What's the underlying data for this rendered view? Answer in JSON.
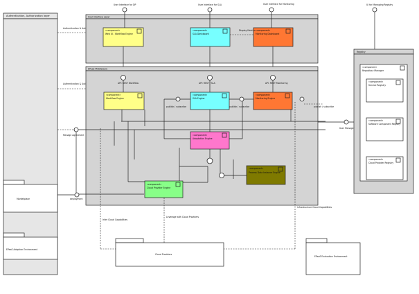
{
  "auth_layer": {
    "title": "Authentication, Authorization layer",
    "label1": "Authentication & Authorization",
    "label2": "Authentication & Authorization"
  },
  "ui_layer": {
    "title": "User Interface Layer",
    "iface_dp": "User Interface for DP",
    "iface_sla": "User Interface for SLA",
    "iface_mon": "User Interface for Monitoring",
    "display_label": "Display Metrics"
  },
  "middleware": {
    "title": "EPaaS Middleware",
    "api_workflow": "API: REST Workflow",
    "api_sla": "API: REST / SLA",
    "api_monitoring": "API: REST Monitoring",
    "publish_subscribe_1": "publish / subscribe",
    "publish_subscribe_2": "publish / subscribe",
    "publish_subscribe_3": "publish / subscribe",
    "manage_agreement": "Manage Agreement",
    "user_manager": "User Manager",
    "deployment": "deployment"
  },
  "components": {
    "stereo": "«component»",
    "web_ui": "Web UI - Workflow Engine",
    "sla_dash": "SLA Dashboard",
    "monitoring_dash": "Monitoring Dashboard",
    "workflow": "Workflow Engine",
    "sla_engine": "SLA Engine",
    "monitoring_engine": "Monitoring Engine",
    "adaptation": "Adaptation Engine",
    "pde": "Process Data Instance Engine",
    "cpe": "Cloud Provider Engine"
  },
  "registry": {
    "title": "Registry",
    "iface": "UI for Managing Registry",
    "manager": "Repository Manager",
    "service": "Service Registry",
    "software": "Software Component Registry",
    "cloud": "Cloud Provider Registry"
  },
  "external": {
    "marketplace": "Marketplace",
    "adoption": "EPaaS Adoption Environment",
    "cloud_providers": "Cloud Providers",
    "evaluation": "EPaaS Evaluation Environment",
    "cloud_capabilities": "Infer Cloud Capabilities",
    "leverage": "Leverage with Cloud Providers",
    "infer_cloud": "Infrastructure Cloud Capabilities"
  },
  "colors": {
    "yellow": "#ffff88",
    "cyan": "#77ffff",
    "orange": "#ff7733",
    "pink": "#ff77cc",
    "olive": "#7f7a00",
    "green": "#88ff88",
    "layer": "#d4d4d4"
  }
}
